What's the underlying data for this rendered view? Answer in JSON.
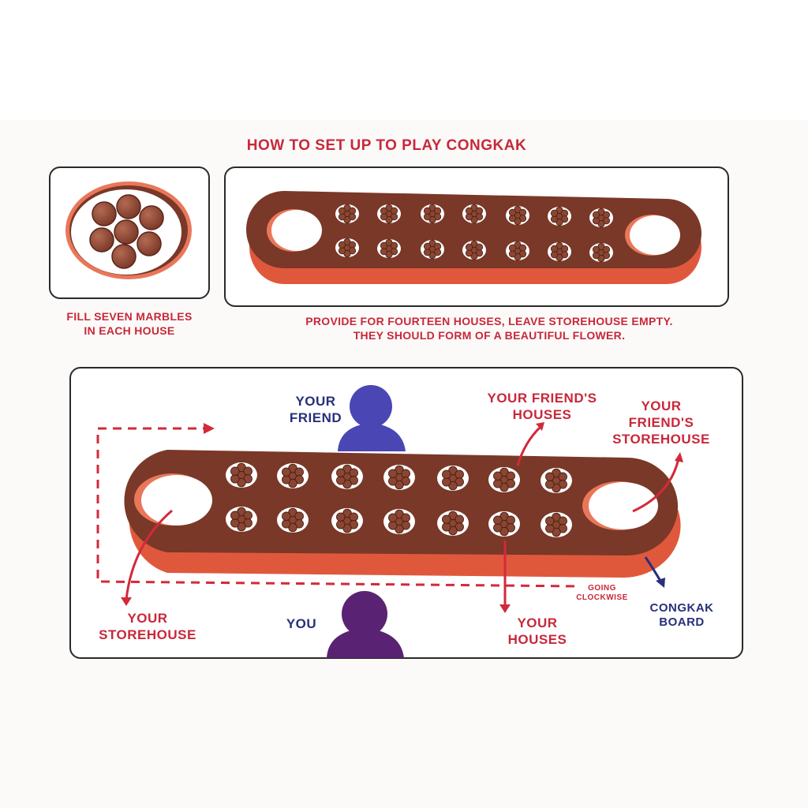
{
  "title": "HOW TO SET UP TO PLAY CONGKAK",
  "top_left_caption": {
    "line1": "FILL SEVEN MARBLES",
    "line2": "IN EACH HOUSE"
  },
  "top_right_caption": {
    "line1": "PROVIDE FOR FOURTEEN HOUSES, LEAVE STOREHOUSE EMPTY.",
    "line2": "THEY SHOULD FORM OF A BEAUTIFUL FLOWER."
  },
  "labels": {
    "your_friend_1": "YOUR",
    "your_friend_2": "FRIEND",
    "friend_houses_1": "YOUR FRIEND'S",
    "friend_houses_2": "HOUSES",
    "friend_storehouse_1": "YOUR",
    "friend_storehouse_2": "FRIEND'S",
    "friend_storehouse_3": "STOREHOUSE",
    "your_storehouse_1": "YOUR",
    "your_storehouse_2": "STOREHOUSE",
    "you": "YOU",
    "your_houses_1": "YOUR",
    "your_houses_2": "HOUSES",
    "going_clockwise_1": "GOING",
    "going_clockwise_2": "CLOCKWISE",
    "congkak_board_1": "CONGKAK",
    "congkak_board_2": "BOARD"
  },
  "board": {
    "houses_per_row": 7,
    "rows": 2,
    "marbles_per_house": 7,
    "storehouses": 2
  },
  "colors": {
    "title_red": "#c8283a",
    "board_brown": "#7a3828",
    "board_edge": "#c9472f",
    "marble": "#8a4632",
    "friend_figure": "#4a46b4",
    "you_figure": "#5a2272",
    "label_navy": "#27307a"
  }
}
